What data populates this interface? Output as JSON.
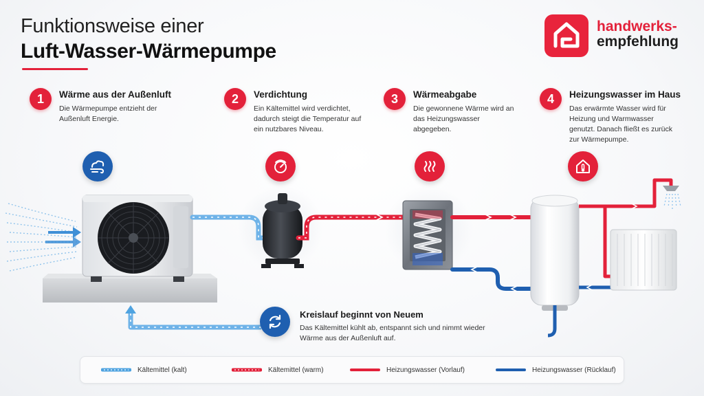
{
  "header": {
    "title_line1": "Funktionsweise einer",
    "title_line2": "Luft-Wasser-Wärmepumpe"
  },
  "logo": {
    "line1": "handwerks-",
    "line2": "empfehlung",
    "brand_color": "#e8243c"
  },
  "steps": [
    {
      "number": "1",
      "title": "Wärme aus der Außenluft",
      "desc": "Die Wärmepumpe entzieht der Außenluft Energie.",
      "icon": "wind-cloud-icon"
    },
    {
      "number": "2",
      "title": "Verdichtung",
      "desc": "Ein Kältemittel wird verdichtet, dadurch steigt die Temperatur auf ein nutzbares Niveau.",
      "icon": "compressor-gauge-icon"
    },
    {
      "number": "3",
      "title": "Wärmeabgabe",
      "desc": "Die gewonnene Wärme wird an das Heizungswasser abgegeben.",
      "icon": "heat-waves-icon"
    },
    {
      "number": "4",
      "title": "Heizungswasser im Haus",
      "desc": "Das erwärmte Wasser wird für Heizung und Warmwasser genutzt. Danach fließt es zurück zur Wärmepumpe.",
      "icon": "house-thermometer-icon"
    }
  ],
  "cycle": {
    "title": "Kreislauf beginnt von Neuem",
    "desc": "Das Kältemittel kühlt ab, entspannt sich und nimmt wieder Wärme aus der Außenluft auf.",
    "icon": "cycle-arrows-icon"
  },
  "legend": [
    {
      "label": "Kältemittel (kalt)",
      "color": "#4fa3e0",
      "style": "dashed"
    },
    {
      "label": "Kältemittel (warm)",
      "color": "#e3213a",
      "style": "dashed"
    },
    {
      "label": "Heizungswasser (Vorlauf)",
      "color": "#e3213a",
      "style": "solid"
    },
    {
      "label": "Heizungswasser (Rücklauf)",
      "color": "#1f5fb0",
      "style": "solid"
    }
  ],
  "colors": {
    "accent_red": "#e3213a",
    "cold_blue": "#4fa3e0",
    "return_blue": "#1f5fb0",
    "icon_blue": "#1f5fb0"
  }
}
